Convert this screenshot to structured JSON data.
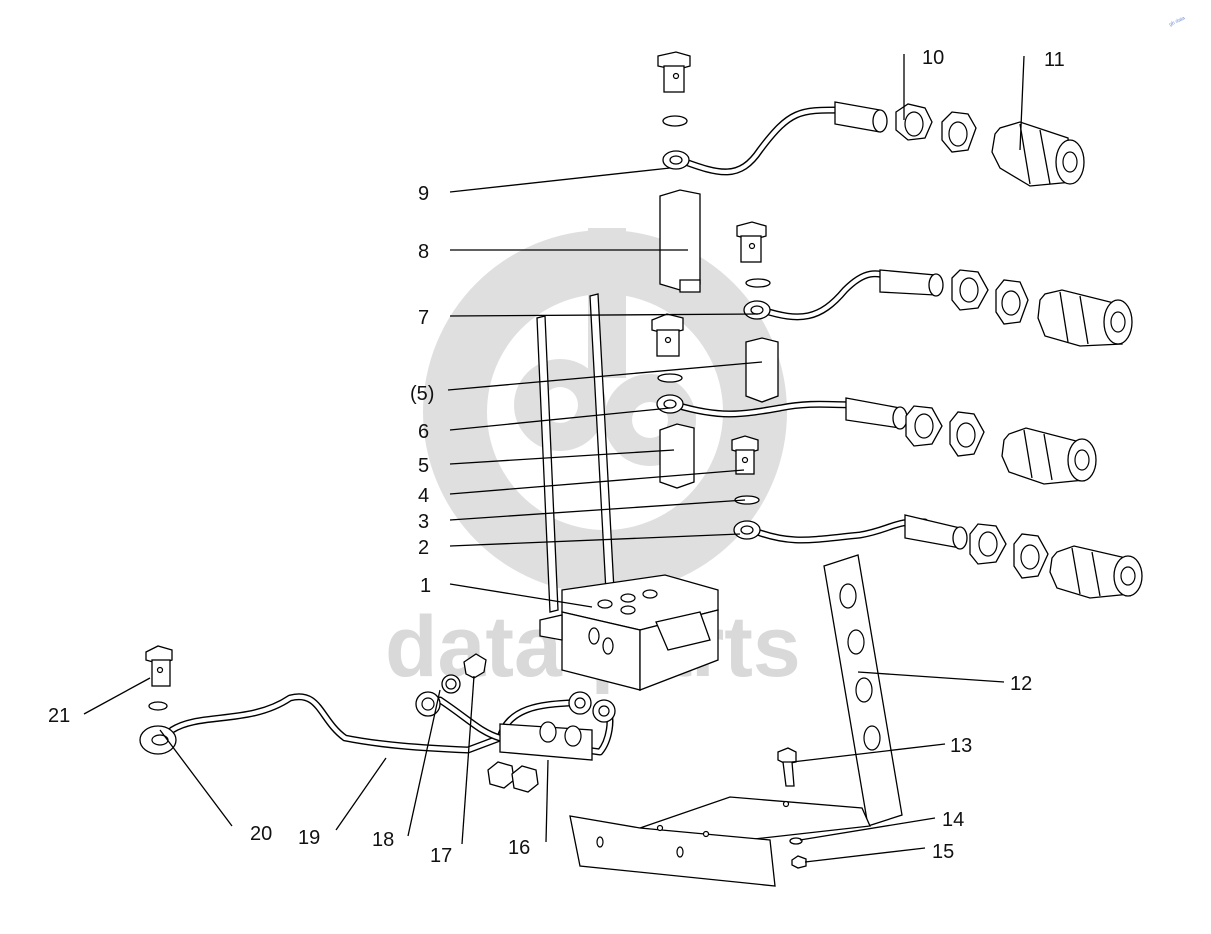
{
  "watermark": {
    "text": "data-parts",
    "corner_text": "gb data"
  },
  "callouts": [
    {
      "id": "9",
      "label": "9"
    },
    {
      "id": "10",
      "label": "10"
    },
    {
      "id": "11",
      "label": "11"
    },
    {
      "id": "8",
      "label": "8"
    },
    {
      "id": "7",
      "label": "7"
    },
    {
      "id": "5ref",
      "label": "(5)"
    },
    {
      "id": "6",
      "label": "6"
    },
    {
      "id": "5",
      "label": "5"
    },
    {
      "id": "4",
      "label": "4"
    },
    {
      "id": "3",
      "label": "3"
    },
    {
      "id": "2",
      "label": "2"
    },
    {
      "id": "1",
      "label": "1"
    },
    {
      "id": "12",
      "label": "12"
    },
    {
      "id": "13",
      "label": "13"
    },
    {
      "id": "14",
      "label": "14"
    },
    {
      "id": "15",
      "label": "15"
    },
    {
      "id": "21",
      "label": "21"
    },
    {
      "id": "20",
      "label": "20"
    },
    {
      "id": "19",
      "label": "19"
    },
    {
      "id": "18",
      "label": "18"
    },
    {
      "id": "17",
      "label": "17"
    },
    {
      "id": "16",
      "label": "16"
    }
  ],
  "colors": {
    "line": "#000000",
    "watermark": "#d9d9d9"
  }
}
